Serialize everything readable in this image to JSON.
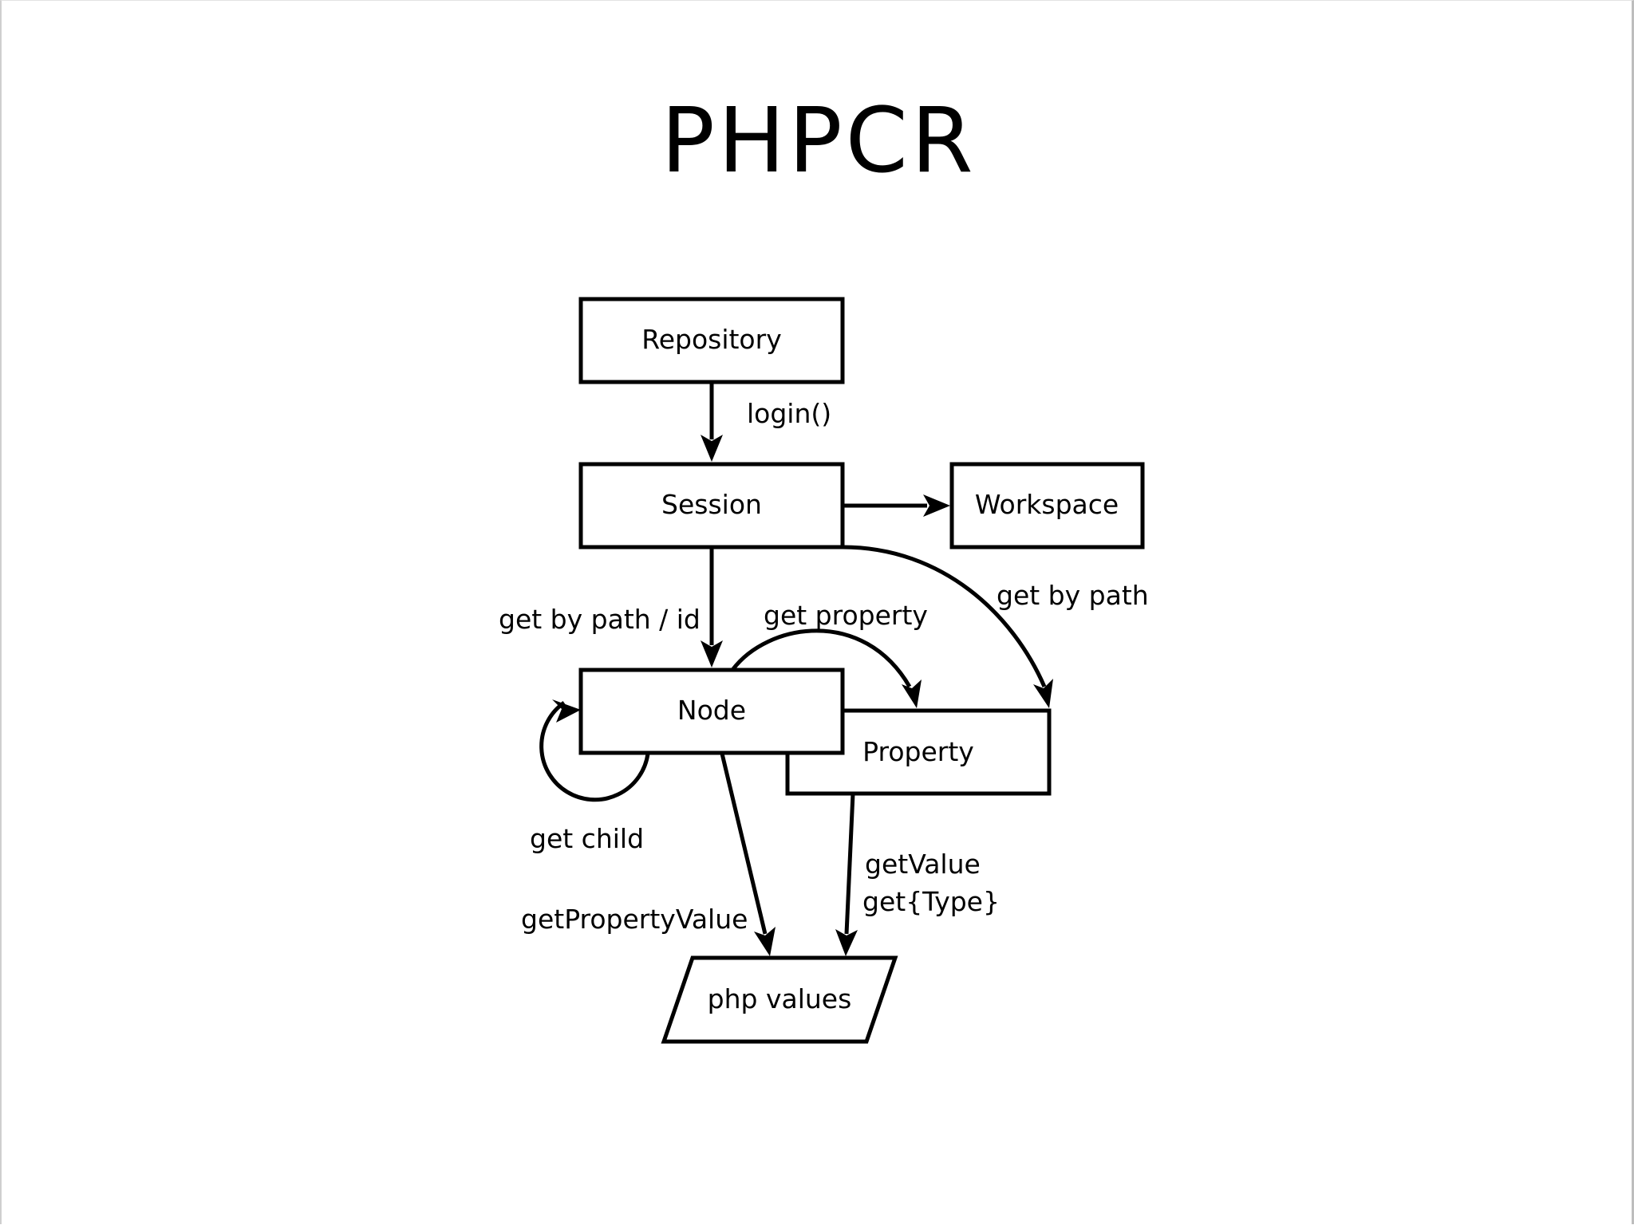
{
  "title": "PHPCR",
  "nodes": {
    "repository": "Repository",
    "session": "Session",
    "workspace": "Workspace",
    "node": "Node",
    "property": "Property",
    "php_values": "php values"
  },
  "edges": {
    "login": "login()",
    "get_by_path_id": "get by path / id",
    "get_by_path": "get by path",
    "get_property": "get property",
    "get_child": "get child",
    "get_property_value": "getPropertyValue",
    "get_value": "getValue",
    "get_type": "get{Type}"
  }
}
